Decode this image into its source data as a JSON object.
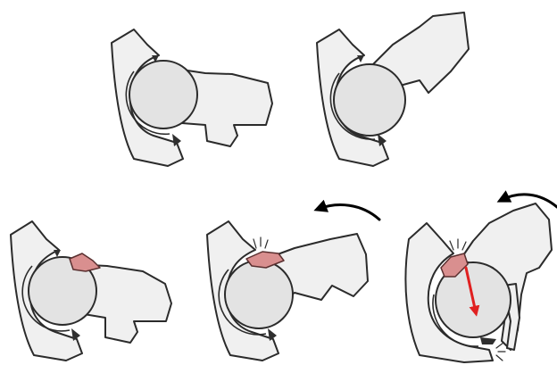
{
  "figure": {
    "panels": [
      {
        "id": "neutral-position",
        "row": 1
      },
      {
        "id": "flexed-position",
        "row": 1
      },
      {
        "id": "cam-lesion-neutral",
        "row": 2,
        "lesion": true
      },
      {
        "id": "cam-impingement",
        "row": 2,
        "lesion": true,
        "rotation_arrow": true,
        "impact_marks": true
      },
      {
        "id": "cam-leverage-subluxation",
        "row": 2,
        "lesion": true,
        "rotation_arrow": true,
        "impact_marks": true,
        "translation_arrow": true
      }
    ],
    "colors": {
      "bone_fill": "#f0f0f0",
      "head_fill": "#e3e3e3",
      "outline": "#2b2b2b",
      "lesion_fill": "#d98f8f",
      "translation_arrow": "#e02020",
      "rotation_arrow": "#000000"
    }
  }
}
